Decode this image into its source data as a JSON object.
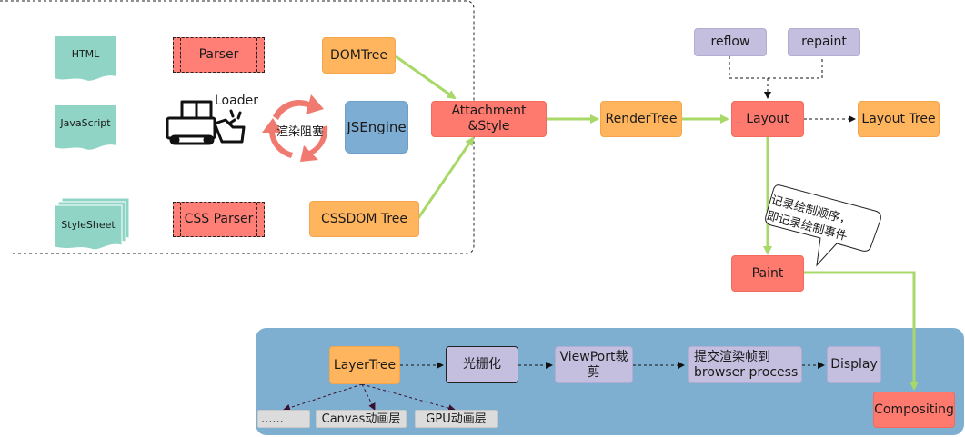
{
  "inputs": {
    "html": "HTML",
    "javascript": "JavaScript",
    "stylesheet": "StyleSheet"
  },
  "parsers": {
    "parser": "Parser",
    "loader": "Loader",
    "css_parser": "CSS Parser",
    "render_blocking": "渲染阻塞",
    "js_engine": "JSEngine"
  },
  "trees": {
    "dom_tree": "DOMTree",
    "cssdom_tree": "CSSDOM Tree",
    "attachment_style": "Attachment\n&Style",
    "render_tree": "RenderTree",
    "layout": "Layout",
    "layout_tree": "Layout Tree",
    "reflow": "reflow",
    "repaint": "repaint",
    "paint": "Paint",
    "paint_note": "记录绘制顺序，\n即记录绘制事件"
  },
  "compositing": {
    "layer_tree": "LayerTree",
    "rasterize": "光栅化",
    "viewport_crop": "ViewPort裁剪",
    "submit_frame": "提交渲染帧到\nbrowser process",
    "display": "Display",
    "compositing": "Compositing",
    "ellipsis_layer": "......",
    "canvas_layer": "Canvas动画层",
    "gpu_layer": "GPU动画层"
  },
  "colors": {
    "input_doc": "#8fd4c4",
    "orange_node": "#ffb45e",
    "red_node": "#ff7a6e",
    "lavender_node": "#c4bedf",
    "js_engine": "#7eadd3",
    "compositing_panel": "#7eaed0",
    "arrow_green": "#a8d868",
    "cycle_arrow": "#f07a70"
  },
  "icons": {
    "loader": "bulldozer-icon",
    "render_blocking": "circular-arrows-icon"
  }
}
